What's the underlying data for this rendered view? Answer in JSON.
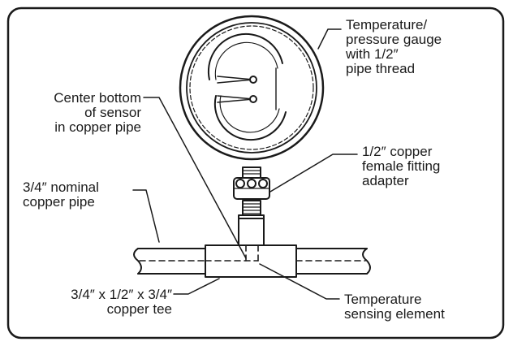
{
  "labels": {
    "gauge": "Temperature/\npressure gauge\nwith 1/2″\npipe thread",
    "sensor_center": "Center bottom\nof sensor\nin copper pipe",
    "adapter": "1/2″ copper\nfemale fitting\nadapter",
    "nominal_pipe": "3/4″ nominal\ncopper pipe",
    "tee": "3/4″ x 1/2″ x 3/4″\ncopper tee",
    "sensing_element": "Temperature\nsensing element"
  },
  "colors": {
    "line": "#1a1a1a",
    "fill": "#ffffff"
  }
}
